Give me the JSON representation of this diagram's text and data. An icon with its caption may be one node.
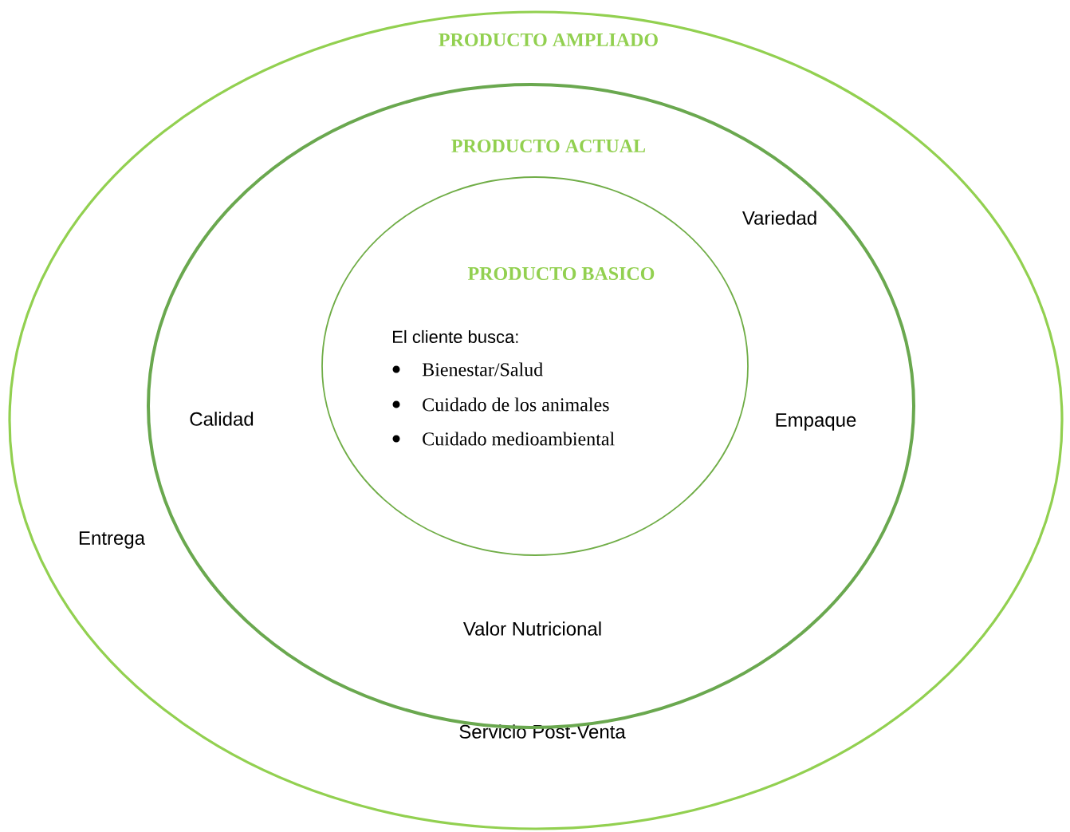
{
  "diagram": {
    "nodes": [
      {
        "text": [
          "PRODUCTO AMPLIADO",
          "Entrega",
          "Servicio Post-Venta"
        ]
      },
      {
        "text": [
          "PRODUCTO ACTUAL",
          "Variedad",
          "Calidad",
          "Empaque",
          "Valor Nutricional"
        ],
        "in": 0
      },
      {
        "text": [
          "PRODUCTO BASICO",
          "El cliente busca:",
          "Bienestar/Salud",
          "Cuidado de los animales",
          "Cuidado medioambiental"
        ],
        "in": 1
      }
    ]
  }
}
